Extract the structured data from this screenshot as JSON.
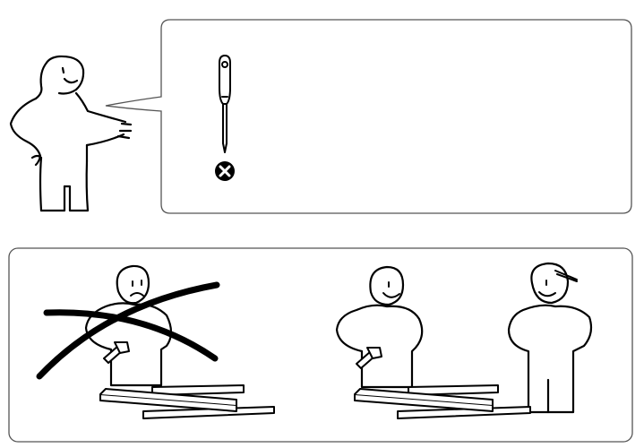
{
  "instructions": {
    "top_panel": {
      "tool": "screwdriver-icon",
      "tool_status": "not-included",
      "status_icon": "cross-circle-icon"
    },
    "bottom_panel": {
      "scenes": [
        {
          "people": 1,
          "state": "prohibited",
          "mark": "big-x-icon"
        },
        {
          "people": 2,
          "state": "recommended"
        }
      ]
    }
  },
  "colors": {
    "ink": "#000000",
    "paper": "#ffffff",
    "panel_border": "#555555"
  }
}
